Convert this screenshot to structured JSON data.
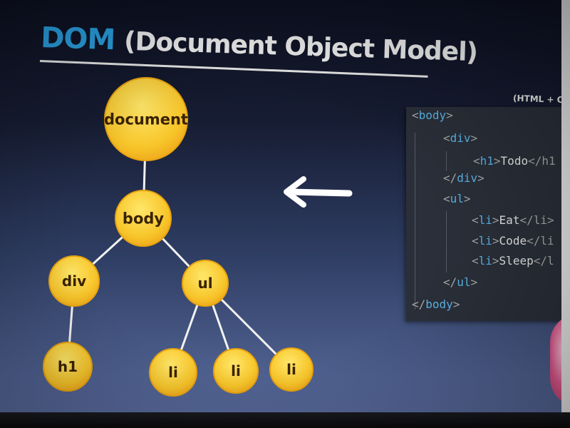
{
  "title": {
    "dom": "DOM",
    "rest": "(Document Object Model)"
  },
  "caption_top": "(HTML + CS",
  "colors": {
    "title_dom": "#2aa4e6",
    "node_fill_top": "#ffe35a",
    "node_fill_bottom": "#f2b21c",
    "node_stroke": "#e9a30f",
    "edge": "#f2f2f2",
    "code_bg": "#2a2f39",
    "code_tag": "#5bb3e6"
  },
  "tree": {
    "nodes": [
      {
        "id": "document",
        "label": "document",
        "parent": null
      },
      {
        "id": "body",
        "label": "body",
        "parent": "document"
      },
      {
        "id": "div",
        "label": "div",
        "parent": "body"
      },
      {
        "id": "ul",
        "label": "ul",
        "parent": "body"
      },
      {
        "id": "h1",
        "label": "h1",
        "parent": "div"
      },
      {
        "id": "li1",
        "label": "li",
        "parent": "ul"
      },
      {
        "id": "li2",
        "label": "li",
        "parent": "ul"
      },
      {
        "id": "li3",
        "label": "li",
        "parent": "ul"
      }
    ]
  },
  "arrow_icon": "left-arrow-icon",
  "code": {
    "lines": [
      {
        "open": "<",
        "tag": "body",
        "close": ">",
        "text": "",
        "end": ""
      },
      {
        "open": "<",
        "tag": "div",
        "close": ">",
        "text": "",
        "end": ""
      },
      {
        "open": "<",
        "tag": "h1",
        "close": ">",
        "text": "Todo",
        "end": "</h1"
      },
      {
        "open": "</",
        "tag": "div",
        "close": ">",
        "text": "",
        "end": ""
      },
      {
        "open": "<",
        "tag": "ul",
        "close": ">",
        "text": "",
        "end": ""
      },
      {
        "open": "<",
        "tag": "li",
        "close": ">",
        "text": "Eat",
        "end": "</li>"
      },
      {
        "open": "<",
        "tag": "li",
        "close": ">",
        "text": "Code",
        "end": "</li"
      },
      {
        "open": "<",
        "tag": "li",
        "close": ">",
        "text": "Sleep",
        "end": "</l"
      },
      {
        "open": "</",
        "tag": "ul",
        "close": ">",
        "text": "",
        "end": ""
      },
      {
        "open": "</",
        "tag": "body",
        "close": ">",
        "text": "",
        "end": ""
      }
    ]
  }
}
